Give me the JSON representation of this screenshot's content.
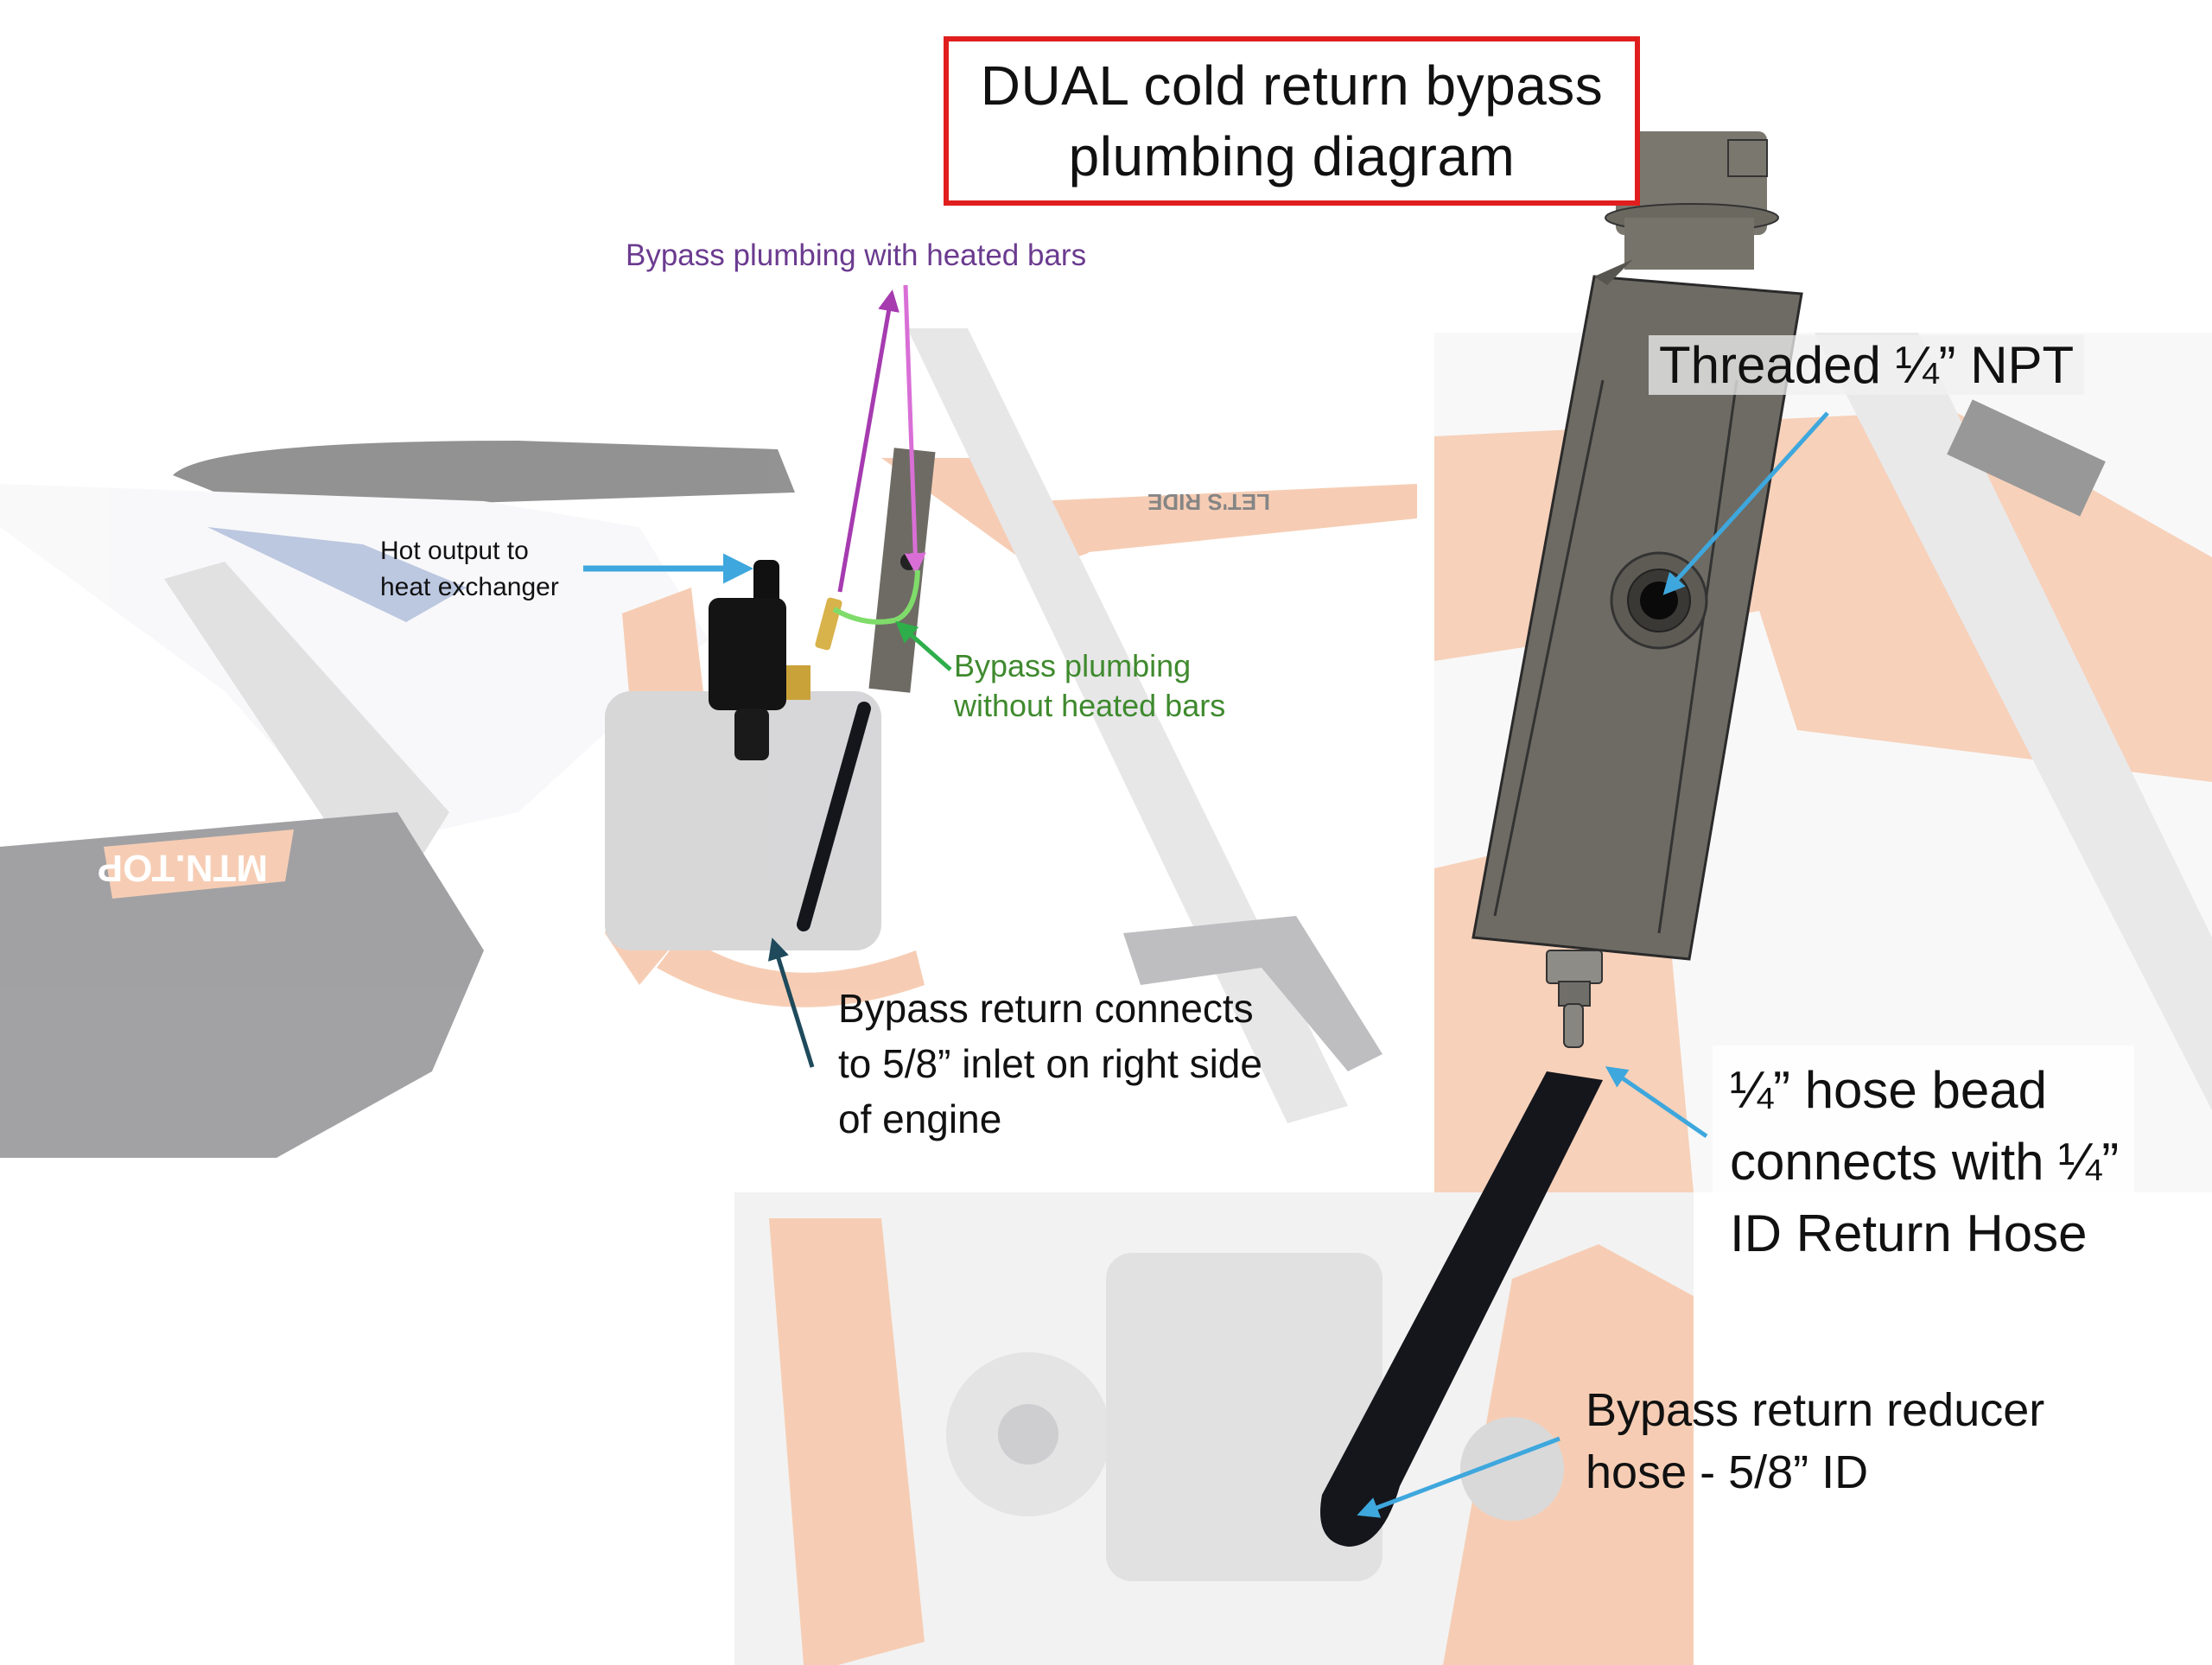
{
  "title": {
    "line1": "DUAL cold return bypass",
    "line2": "plumbing diagram",
    "border_color": "#e01e1e"
  },
  "labels": {
    "heated_bars": "Bypass plumbing with heated bars",
    "hot_output": "Hot output to\nheat exchanger",
    "without_heated_bars": "Bypass plumbing\nwithout heated bars",
    "return_connects": "Bypass return connects\nto 5/8” inlet on right side\nof engine",
    "threaded_npt": "Threaded ¼” NPT",
    "hose_bead": "¼” hose bead\nconnects with ¼”\nID Return Hose",
    "reducer_hose": "Bypass return reducer\nhose - 5/8” ID"
  },
  "decals": {
    "track_brand": "MTN.TOP",
    "fender_text": "LET'S RIDE"
  },
  "colors": {
    "arrow_blue": "#3ea7dd",
    "arrow_purple": "#a63bb0",
    "arrow_pink": "#d96fd6",
    "arrow_green": "#2eae4a",
    "arrow_green_light": "#7fdc6a",
    "arrow_dark_teal": "#1e4a5c",
    "frame_orange": "#f0a578",
    "part_gray": "#6e6b64",
    "hose_black": "#14161c",
    "valve_gold": "#c9a23a"
  }
}
